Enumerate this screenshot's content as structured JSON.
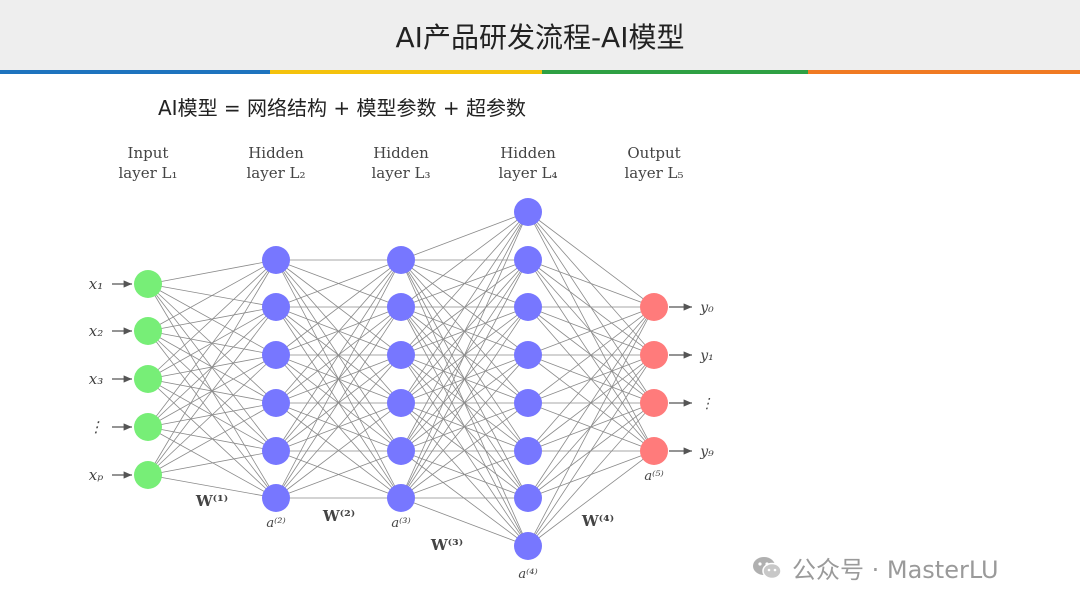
{
  "title": "AI产品研发流程-AI模型",
  "accent_colors": [
    "#1e73be",
    "#f4c20d",
    "#2ea043",
    "#f07a22"
  ],
  "formula": "AI模型 = 网络结构 + 模型参数 + 超参数",
  "network": {
    "layers": [
      {
        "header": [
          "Input",
          "layer L₁"
        ],
        "node_count": 5,
        "color": "#77ee77"
      },
      {
        "header": [
          "Hidden",
          "layer L₂"
        ],
        "node_count": 6,
        "color": "#7777ff"
      },
      {
        "header": [
          "Hidden",
          "layer L₃"
        ],
        "node_count": 6,
        "color": "#7777ff"
      },
      {
        "header": [
          "Hidden",
          "layer L₄"
        ],
        "node_count": 8,
        "color": "#7777ff"
      },
      {
        "header": [
          "Output",
          "layer L₅"
        ],
        "node_count": 4,
        "color": "#ff7b7b"
      }
    ],
    "inputs": [
      "x₁",
      "x₂",
      "x₃",
      "⋮",
      "xₚ"
    ],
    "outputs": [
      "y₀",
      "y₁",
      "⋮",
      "y₉"
    ],
    "activations": [
      "a⁽²⁾",
      "a⁽³⁾",
      "a⁽⁴⁾",
      "a⁽⁵⁾"
    ],
    "weights": [
      "W⁽¹⁾",
      "W⁽²⁾",
      "W⁽³⁾",
      "W⁽⁴⁾"
    ]
  },
  "watermark": {
    "icon": "wechat-icon",
    "text": "公众号 · MasterLU"
  }
}
